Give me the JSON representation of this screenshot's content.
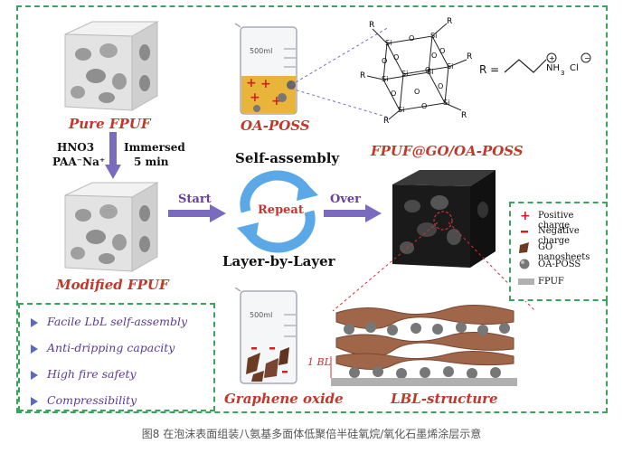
{
  "labels": {
    "pure": "Pure FPUF",
    "oaposs": "OA-POSS",
    "hno3": "HNO3",
    "paa": "PAA⁻Na⁺",
    "immersed": "Immersed",
    "five_min": "5 min",
    "modified": "Modified FPUF",
    "start": "Start",
    "self_assembly": "Self-assembly",
    "repeat": "Repeat",
    "over": "Over",
    "lbl_text": "Layer-by-Layer",
    "product": "FPUF@GO/OA-POSS",
    "graphene": "Graphene oxide",
    "lbl_structure": "LBL-structure",
    "one_bl": "1 BL",
    "beaker_volume": "500ml",
    "r_equals": "R =",
    "nh3": "NH",
    "cl": "Cl"
  },
  "features": [
    "Facile LbL self-assembly",
    "Anti-dripping capacity",
    "High fire safety",
    "Compressibility"
  ],
  "legend": [
    {
      "icon": "plus",
      "text": "Positive charge"
    },
    {
      "icon": "minus",
      "text": "Negative charge"
    },
    {
      "icon": "go-sheet",
      "text": "GO nanosheets"
    },
    {
      "icon": "sphere",
      "text": "OA-POSS"
    },
    {
      "icon": "bar",
      "text": "FPUF"
    }
  ],
  "caption": "图8 在泡沫表面组装八氨基多面体低聚倍半硅氧烷/氧化石墨烯涂层示意",
  "colors": {
    "frame": "#3aa55a",
    "red_label": "#c0392b",
    "purple_text": "#5b3a96",
    "arrow": "#7b6bbf",
    "cycle": "#5aa9e6",
    "go_sheet": "#a0664a",
    "foam_dark": "#1a1a1a",
    "solution": "#e8b53a"
  }
}
